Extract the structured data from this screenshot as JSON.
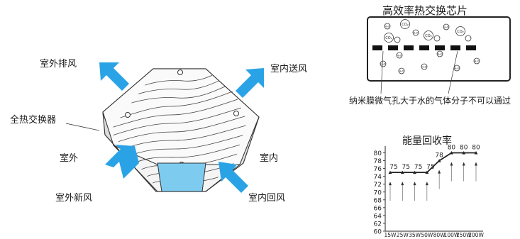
{
  "diagram": {
    "labels": {
      "exhaust_out": "室外排风",
      "supply_in": "室内送风",
      "exchanger": "全热交换器",
      "outdoor": "室外",
      "indoor": "室内",
      "fresh_air": "室外新风",
      "return_air": "室内回风"
    },
    "arrow_color": "#2aa3e6",
    "filter_color": "#7ecbf0"
  },
  "membrane": {
    "title": "高效率热交换芯片",
    "molecules": {
      "co2": "CO₂",
      "h2o": "H₂O"
    },
    "caption": "纳米膜微气孔大于水的气体分子不可以通过"
  },
  "chart_data": {
    "type": "line",
    "title": "能量回收率",
    "categories": [
      "15W",
      "25W",
      "35W",
      "50W",
      "80W",
      "100W",
      "150W",
      "200W"
    ],
    "series": [
      {
        "values": [
          75,
          75,
          75,
          75,
          78,
          80,
          80,
          80
        ]
      }
    ],
    "data_labels": [
      "75",
      "75",
      "75",
      "75",
      "78",
      "80",
      "80",
      "80"
    ],
    "y_ticks": [
      "80",
      "78",
      "76",
      "74",
      "72",
      "70",
      "68",
      "66",
      "64",
      "62",
      "60"
    ],
    "ylim": [
      60,
      81
    ],
    "grid": false
  }
}
